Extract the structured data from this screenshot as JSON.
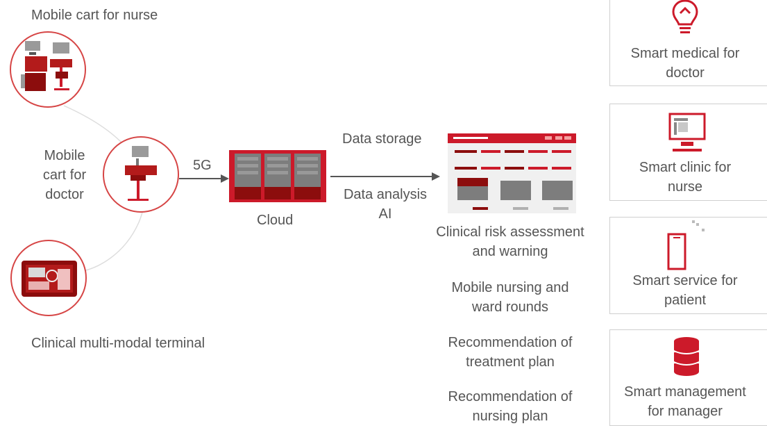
{
  "devices": {
    "nurse_cart": "Mobile cart for nurse",
    "doctor_cart": [
      "Mobile",
      "cart for",
      "doctor"
    ],
    "terminal": "Clinical multi-modal terminal"
  },
  "connection": {
    "label": "5G"
  },
  "cloud": {
    "label": "Cloud"
  },
  "processing": {
    "storage": "Data storage",
    "analysis": [
      "Data analysis",
      "AI"
    ]
  },
  "applications": [
    [
      "Clinical risk assessment",
      "and warning"
    ],
    [
      "Mobile nursing and",
      "ward rounds"
    ],
    [
      "Recommendation of",
      "treatment plan"
    ],
    [
      "Recommendation of",
      "nursing plan"
    ]
  ],
  "cards": [
    {
      "lines": [
        "Smart medical for",
        "doctor"
      ],
      "icon": "lightbulb-icon"
    },
    {
      "lines": [
        "Smart clinic for",
        "nurse"
      ],
      "icon": "monitor-icon"
    },
    {
      "lines": [
        "Smart service for",
        "patient"
      ],
      "icon": "smartphone-icon"
    },
    {
      "lines": [
        "Smart management",
        "for manager"
      ],
      "icon": "database-icon"
    }
  ],
  "colors": {
    "accent": "#cc1a2a",
    "dark_red": "#8c0d0d",
    "text": "#555555",
    "arrow": "#555555",
    "connector": "#dddddd",
    "border": "#cfcfcf"
  }
}
